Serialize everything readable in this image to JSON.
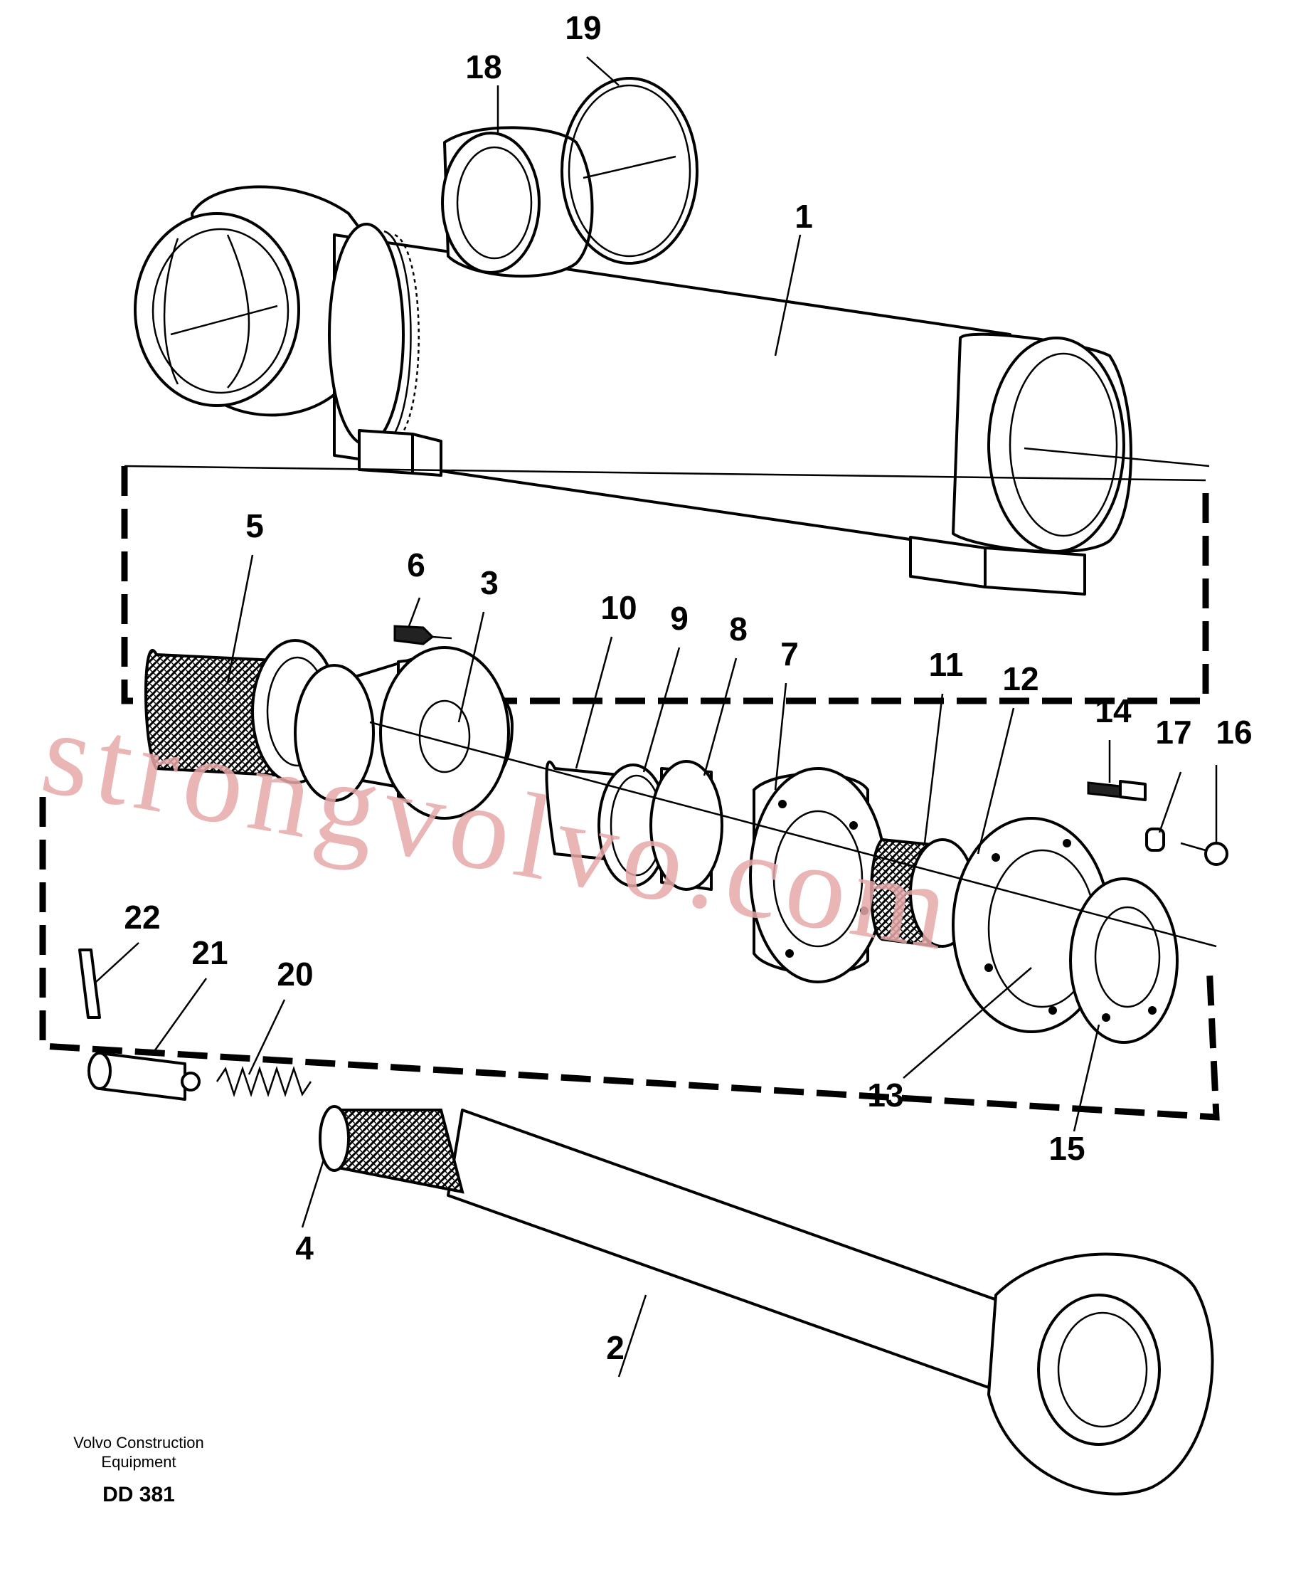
{
  "watermark": "strongvolvo.com",
  "caption": {
    "line1": "Volvo Construction",
    "line2": "Equipment",
    "code": "DD 381"
  },
  "callouts": [
    "1",
    "2",
    "3",
    "4",
    "5",
    "6",
    "7",
    "8",
    "9",
    "10",
    "11",
    "12",
    "13",
    "14",
    "15",
    "16",
    "17",
    "18",
    "19",
    "20",
    "21",
    "22"
  ]
}
